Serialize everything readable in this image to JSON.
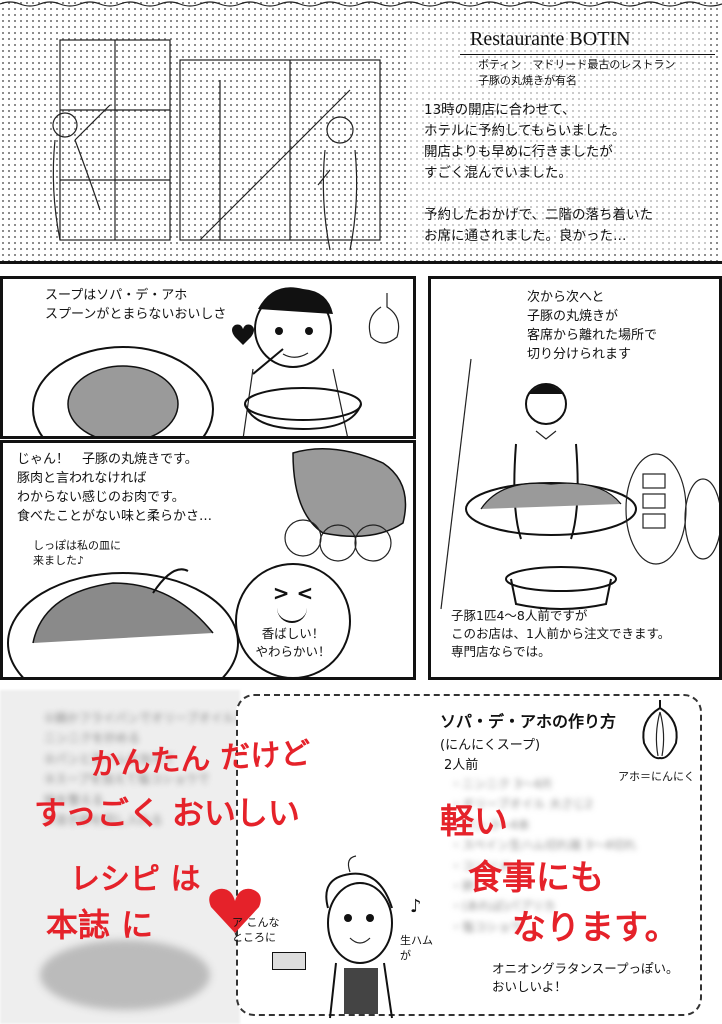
{
  "header": {
    "restaurant_name": "Restaurante BOTIN",
    "subtitle_line1": "ボティン　マドリード最古のレストラン",
    "subtitle_line2": "子豚の丸焼きが有名",
    "narration": "13時の開店に合わせて、\nホテルに予約してもらいました。\n開店よりも早めに行きましたが\nすごく混んでいました。\n\n予約したおかげで、二階の落ち着いた\nお席に通されました。良かった…"
  },
  "panel_soup": {
    "caption": "スープはソパ・デ・アホ\nスプーンがとまらないおいしさ"
  },
  "panel_carving": {
    "caption": "次から次へと\n子豚の丸焼きが\n客席から離れた場所で\n切り分けられます",
    "footer": "子豚1匹4～8人前ですが\nこのお店は、1人前から注文できます。\n専門店ならでは。"
  },
  "panel_pig": {
    "caption": "じゃん！　子豚の丸焼きです。\n豚肉と言われなければ\nわからない感じのお肉です。\n食べたことがない味と柔らかさ…",
    "tail_note": "しっぽは私の皿に\n来ました♪",
    "bubble_face": "> <",
    "bubble_text": "香ばしい！\nやわらかい！"
  },
  "recipe": {
    "title": "ソパ・デ・アホの作り方",
    "subtitle": "(にんにくスープ)",
    "servings": "2人前",
    "garlic_label": "アホ＝にんにく",
    "handwritten_left_1": "かんたん だけど",
    "handwritten_left_2": "すっごく おいしい",
    "handwritten_left_3": "レシピ は",
    "handwritten_left_4": "本誌 に",
    "handwritten_right_1": "軽い",
    "handwritten_right_2": "食事にも",
    "handwritten_right_3": "なります。",
    "character_note_left": "ア こんな\nところに",
    "character_note_right": "生ハム\nが",
    "music_note": "♪",
    "footer": "オニオングラタンスープっぽい。\nおいしいよ！",
    "blurred_steps": "①鍋かフライパンでオリーブオイルとスライスした\nニンニクを炒める\n②パンと生ハムを加えて\n③スープを加えて塩コショウで\n味を整える\n④溶き卵を回し入れる",
    "blurred_ingredients": "・ニンニク 3～4片\n・オリーブオイル 大さじ2\n・パン 3～4本\n・スペイン生ハム切れ端 3～4切れ\n・コンソメ\n・卵\n・(あれば)パプリカ\n・塩コショウ"
  },
  "colors": {
    "ink": "#111111",
    "accent_red": "#e5222a",
    "screen_tone": "#777777"
  }
}
